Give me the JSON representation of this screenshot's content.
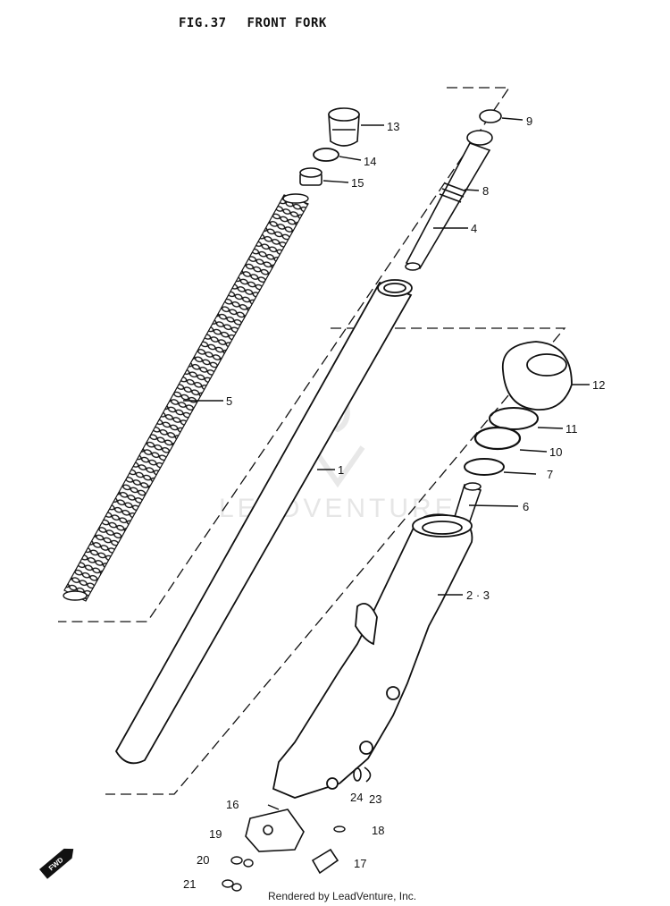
{
  "header": {
    "fig": "FIG.37",
    "name": "FRONT FORK"
  },
  "watermark": "LEADVENTURE",
  "footer": "Rendered by LeadVenture, Inc.",
  "fwd_badge": "FWD",
  "callouts": {
    "c1": "1",
    "c23": "2 · 3",
    "c4": "4",
    "c5": "5",
    "c6": "6",
    "c7": "7",
    "c8": "8",
    "c9": "9",
    "c10": "10",
    "c11": "11",
    "c12": "12",
    "c13": "13",
    "c14": "14",
    "c15": "15",
    "c16": "16",
    "c17": "17",
    "c18": "18",
    "c19": "19",
    "c20": "20",
    "c21": "21",
    "c23b": "23",
    "c24": "24"
  }
}
